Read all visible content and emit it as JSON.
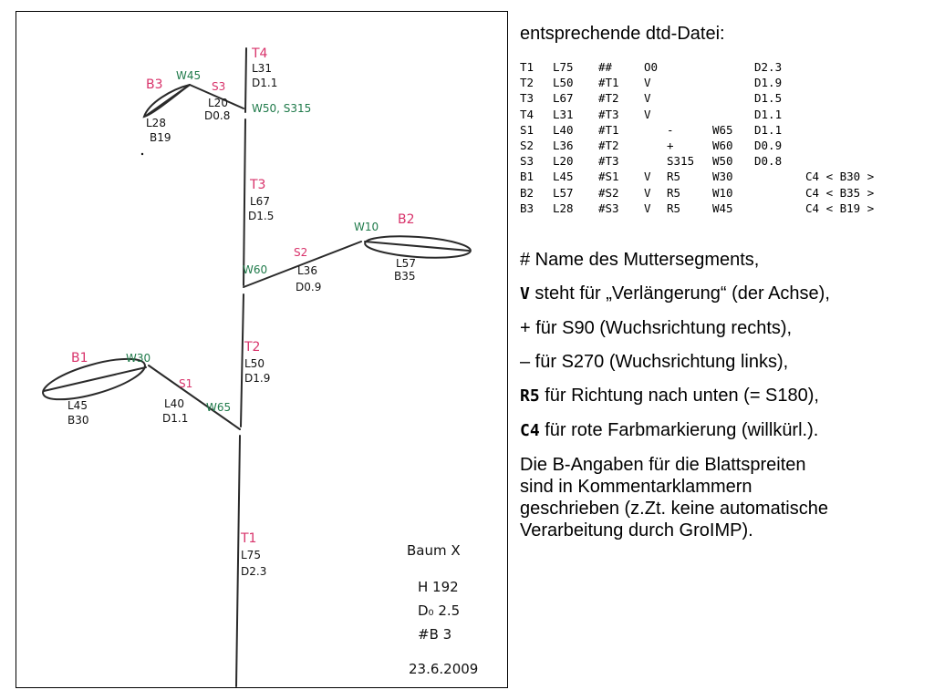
{
  "sketch": {
    "labels": {
      "T4": "T4",
      "T4_L": "L31",
      "T4_D": "D1.1",
      "B3": "B3",
      "W45": "W45",
      "S3": "S3",
      "S3_L": "L20",
      "S3_D": "D0.8",
      "B3_L": "L28",
      "B3_B": "B19",
      "W50S315": "W50, S315",
      "T3": "T3",
      "T3_L": "L67",
      "T3_D": "D1.5",
      "W10": "W10",
      "B2": "B2",
      "S2": "S2",
      "W60": "W60",
      "S2_L": "L36",
      "S2_D": "D0.9",
      "B2_L": "L57",
      "B2_B": "B35",
      "T2": "T2",
      "T2_L": "L50",
      "T2_D": "D1.9",
      "B1": "B1",
      "W30": "W30",
      "S1": "S1",
      "W65": "W65",
      "B1_L": "L45",
      "B1_B": "B30",
      "S1_L": "L40",
      "S1_D": "D1.1",
      "T1": "T1",
      "T1_L": "L75",
      "T1_D": "D2.3"
    },
    "notes": {
      "tree": "Baum X",
      "height": "H 192",
      "diameter": "D₀ 2.5",
      "count": "#B  3",
      "date": "23.6.2009"
    },
    "colors": {
      "trunk": "#2a2a2a",
      "pink": "#d8326a",
      "green": "#1f7a4a",
      "ink": "#111111"
    }
  },
  "dtd": {
    "title": "entsprechende dtd-Datei:",
    "rows": [
      [
        "T1",
        "L75",
        "##",
        "O0",
        "",
        "",
        "D2.3",
        ""
      ],
      [
        "T2",
        "L50",
        "#T1",
        "V",
        "",
        "",
        "D1.9",
        ""
      ],
      [
        "T3",
        "L67",
        "#T2",
        "V",
        "",
        "",
        "D1.5",
        ""
      ],
      [
        "T4",
        "L31",
        "#T3",
        "V",
        "",
        "",
        "D1.1",
        ""
      ],
      [
        "S1",
        "L40",
        "#T1",
        "",
        "-",
        "W65",
        "D1.1",
        ""
      ],
      [
        "S2",
        "L36",
        "#T2",
        "",
        "+",
        "W60",
        "D0.9",
        ""
      ],
      [
        "S3",
        "L20",
        "#T3",
        "",
        "S315",
        "W50",
        "D0.8",
        ""
      ],
      [
        "B1",
        "L45",
        "#S1",
        "V",
        "R5",
        "W30",
        "",
        "C4 < B30 >"
      ],
      [
        "B2",
        "L57",
        "#S2",
        "V",
        "R5",
        "W10",
        "",
        "C4 < B35 >"
      ],
      [
        "B3",
        "L28",
        "#S3",
        "V",
        "R5",
        "W45",
        "",
        "C4 < B19 >"
      ]
    ]
  },
  "legend": {
    "hash": "#  Name des Muttersegments,",
    "v_code": "V",
    "v_text": " steht für „Verlängerung“ (der Achse),",
    "plus": "+ für S90 (Wuchsrichtung rechts),",
    "minus": "– für S270 (Wuchsrichtung links),",
    "r5_code": "R5",
    "r5_text": " für Richtung nach unten (= S180),",
    "c4_code": "C4",
    "c4_text": " für rote Farbmarkierung (willkürl.).",
    "para_1": "Die B-Angaben für die Blattspreiten",
    "para_2": "sind in Kommentarklammern",
    "para_3": "geschrieben (z.Zt. keine automatische",
    "para_4": "Verarbeitung durch GroIMP)."
  }
}
